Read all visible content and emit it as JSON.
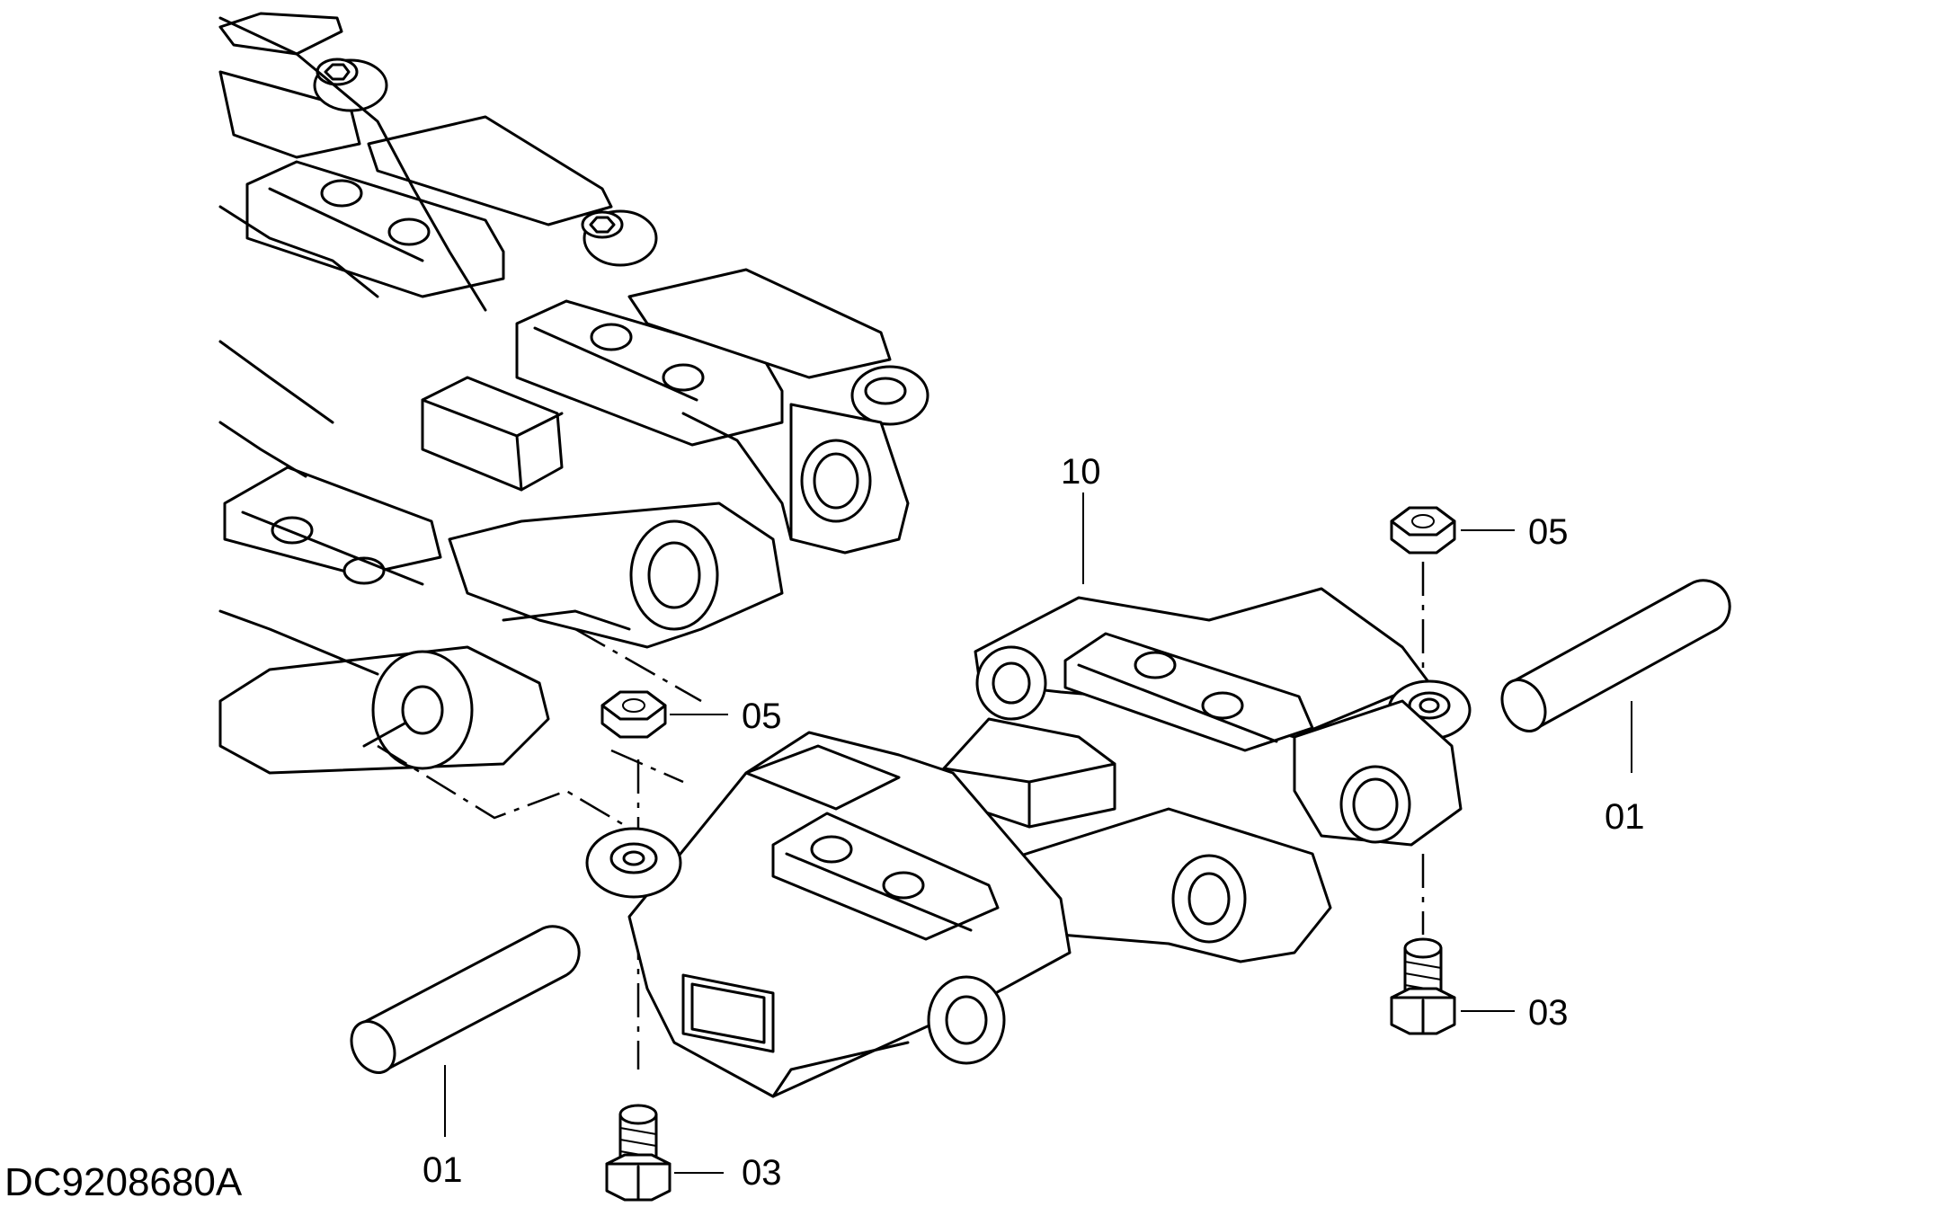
{
  "drawing": {
    "id": "DC9208680A",
    "callouts": [
      {
        "part": "10",
        "label": "10"
      },
      {
        "part": "05",
        "label": "05"
      },
      {
        "part": "05",
        "label": "05"
      },
      {
        "part": "01",
        "label": "01"
      },
      {
        "part": "01",
        "label": "01"
      },
      {
        "part": "03",
        "label": "03"
      },
      {
        "part": "03",
        "label": "03"
      }
    ]
  }
}
